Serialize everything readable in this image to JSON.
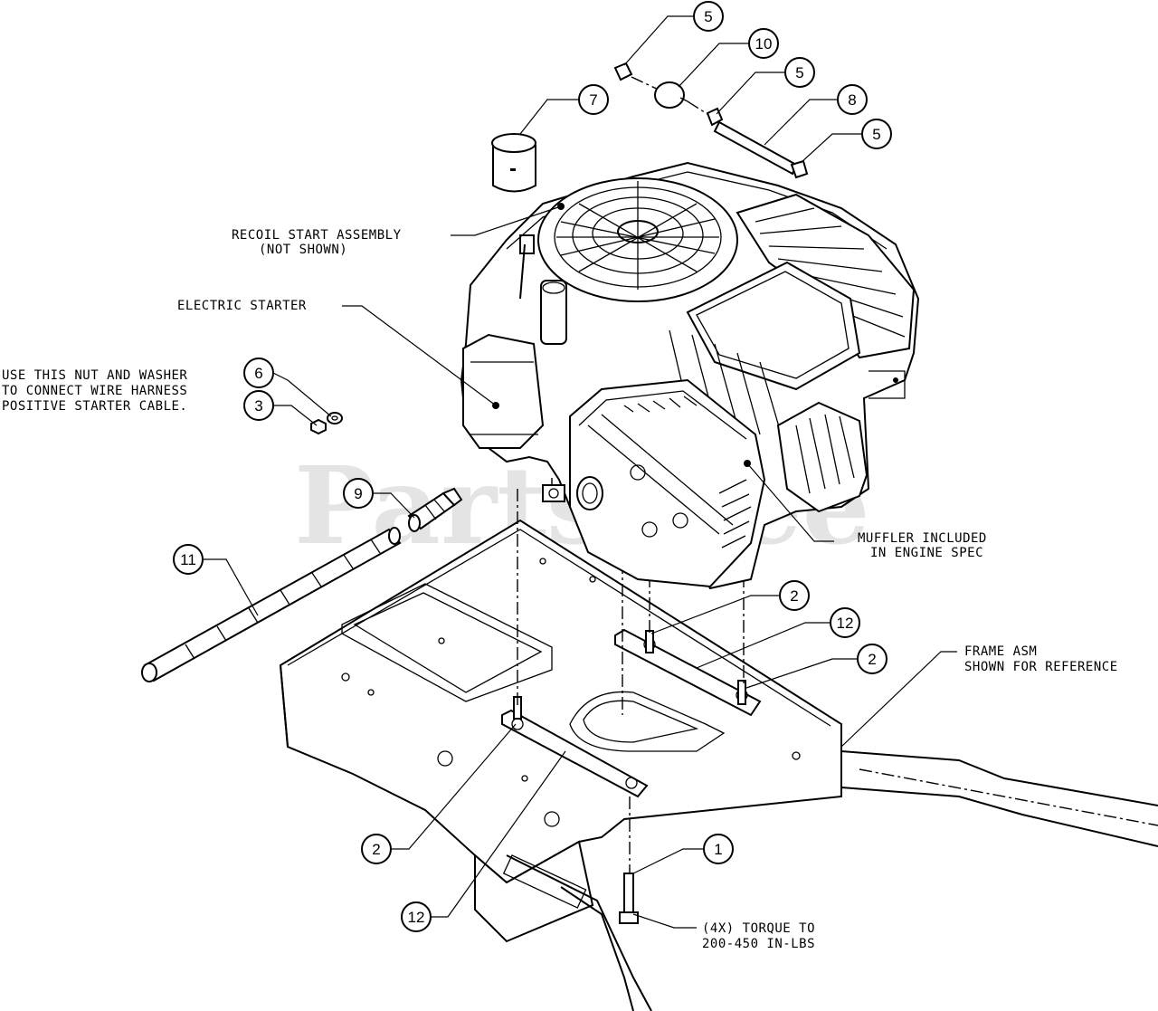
{
  "watermark": "PartsTree",
  "notes": {
    "recoil_line1": "RECOIL START ASSEMBLY",
    "recoil_line2": "(NOT SHOWN)",
    "electric_starter": "ELECTRIC STARTER",
    "nut_line1": "USE THIS NUT AND WASHER",
    "nut_line2": "TO CONNECT WIRE HARNESS",
    "nut_line3": "POSITIVE STARTER CABLE.",
    "muffler_line1": "MUFFLER INCLUDED",
    "muffler_line2": "IN ENGINE SPEC",
    "frame_line1": "FRAME ASM",
    "frame_line2": "SHOWN FOR REFERENCE",
    "torque_line1": "(4X) TORQUE TO",
    "torque_line2": "200-450 IN-LBS"
  },
  "callouts": {
    "c5a": "5",
    "c10": "10",
    "c5b": "5",
    "c8": "8",
    "c5c": "5",
    "c7": "7",
    "c6": "6",
    "c3": "3",
    "c9": "9",
    "c11": "11",
    "c2a": "2",
    "c12a": "12",
    "c2b": "2",
    "c2c": "2",
    "c12b": "12",
    "c1": "1"
  }
}
